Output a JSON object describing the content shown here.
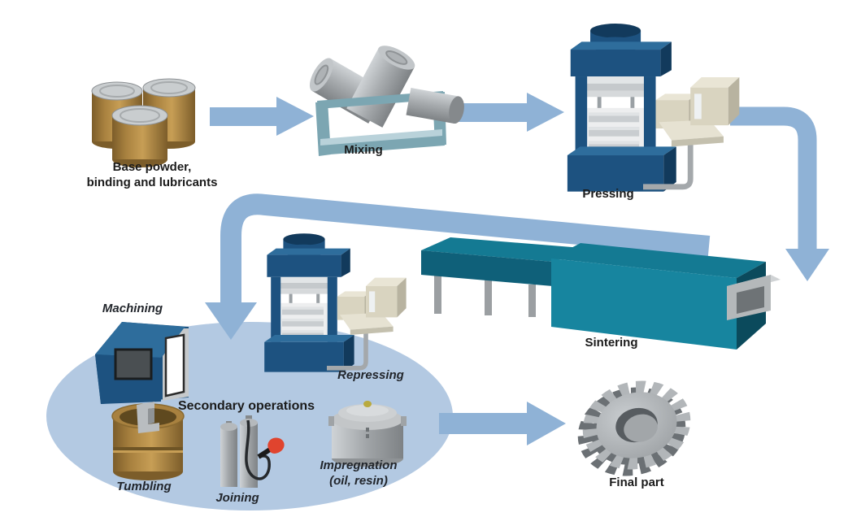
{
  "process": {
    "base_powder": {
      "line1": "Base powder,",
      "line2": "binding and lubricants"
    },
    "mixing": {
      "label": "Mixing"
    },
    "pressing": {
      "label": "Pressing"
    },
    "sintering": {
      "label": "Sintering"
    },
    "secondary_operations": {
      "label": "Secondary operations"
    },
    "machining": {
      "label": "Machining"
    },
    "repressing": {
      "label": "Repressing"
    },
    "tumbling": {
      "label": "Tumbling"
    },
    "joining": {
      "label": "Joining"
    },
    "impregnation": {
      "line1": "Impregnation",
      "line2": "(oil, resin)"
    },
    "final_part": {
      "label": "Final part"
    }
  },
  "flow": [
    {
      "from": "base_powder",
      "to": "mixing"
    },
    {
      "from": "mixing",
      "to": "pressing"
    },
    {
      "from": "pressing",
      "to": "sintering"
    },
    {
      "from": "sintering",
      "to": "secondary_operations"
    },
    {
      "from": "secondary_operations",
      "to": "final_part"
    }
  ],
  "icons": [
    "powder-drums-icon",
    "mixer-icon",
    "press-icon",
    "sintering-furnace-icon",
    "machining-center-icon",
    "repressing-press-icon",
    "tumbling-barrel-icon",
    "gas-cylinders-torch-icon",
    "impregnation-pot-icon",
    "gear-icon"
  ],
  "colors": {
    "arrow_blue": "#8fb2d6",
    "zone_ellipse_blue": "#b3c9e2",
    "machine_navy": "#1d5280",
    "furnace_teal": "#17859f",
    "barrel_brown": "#a8813f",
    "metal_gray": "#b9bdc0",
    "panel_beige": "#d9d4c0",
    "flame_red": "#e0442e"
  }
}
